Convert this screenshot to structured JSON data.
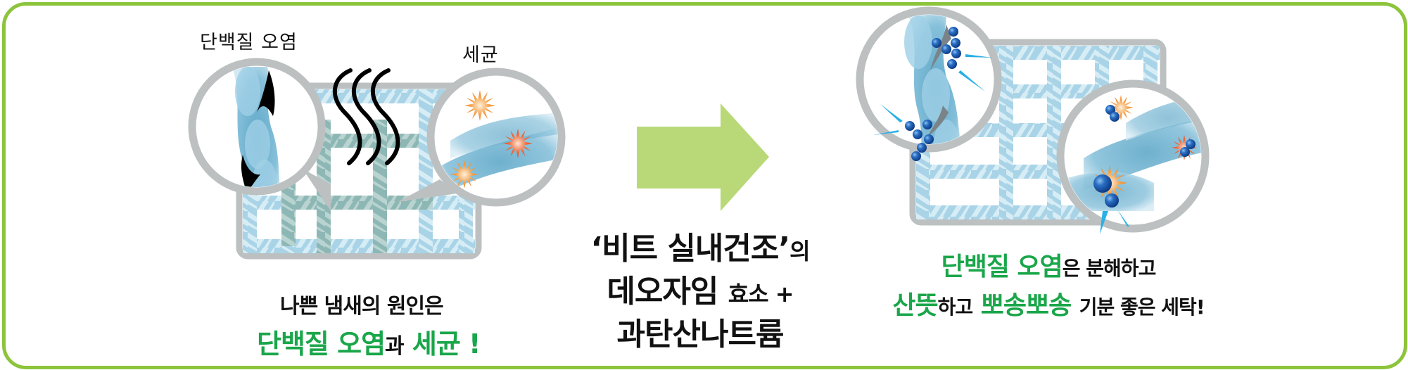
{
  "colors": {
    "frame_border": "#8cc43c",
    "arrow_fill": "#b9d979",
    "highlight_green": "#1aa64a",
    "text_black": "#111111",
    "fabric_blue": "#8ec4dc",
    "fabric_stained": "#8fb5b3",
    "magnifier_ring": "#bcc0c1",
    "bacteria_orange": "#f0902a",
    "bacteria_red": "#e8542a",
    "enzyme_blue": "#1f5fb3"
  },
  "before": {
    "label_protein": "단백질 오염",
    "label_bacteria": "세균",
    "caption": {
      "line1": "나쁜 냄새의 원인은",
      "line2_part1": "단백질 오염",
      "line2_part2": "과",
      "line2_part3": "세균 !"
    },
    "icons": [
      "fabric-weave",
      "magnifier-stain",
      "magnifier-bacteria",
      "odor-waves"
    ]
  },
  "center": {
    "arrow_icon": "right-arrow",
    "line1_main": "‘비트 실내건조’",
    "line1_suffix": "의",
    "line2_main": "데오자임",
    "line2_small": "효소 +",
    "line3": "과탄산나트륨"
  },
  "after": {
    "caption": {
      "line1_green": "단백질 오염",
      "line1_black": "은 분해하고",
      "line2_green1": "산뜻",
      "line2_black1": "하고",
      "line2_green2": "뽀송뽀송",
      "line2_black2": "기분 좋은 세탁!"
    },
    "icons": [
      "fabric-weave-clean",
      "magnifier-enzyme-stain",
      "magnifier-enzyme-bacteria"
    ]
  }
}
